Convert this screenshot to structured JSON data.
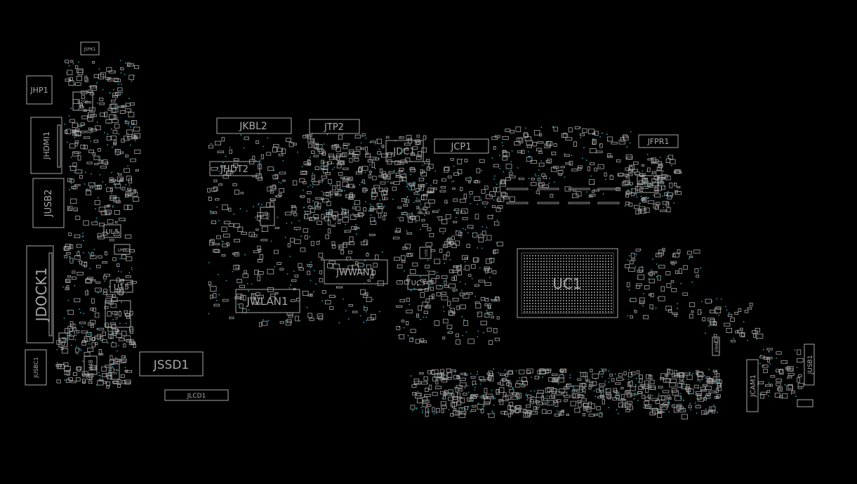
{
  "canvas": {
    "background": "#000000",
    "outline_color": "#a8a8a8",
    "via_color": "#2aa7b4",
    "label_color": "#a9a9a9"
  },
  "connectors": {
    "jspk1": "JSPK1",
    "jhp1": "JHP1",
    "jhdmi1": "JHDMI1",
    "jusb2": "JUSB2",
    "jdock1": "JDOCK1",
    "jusbc1": "JUSBC1",
    "jssd1": "JSSD1",
    "jlcd1": "JLCD1",
    "jkbl2": "JKBL2",
    "jtp2": "JTP2",
    "jhdt2": "JHDT2",
    "jdc1": "JDC1",
    "jcp1": "JCP1",
    "jfpr1": "JFPR1",
    "jwwan1": "JWWAN1",
    "jwlan1": "JWLAN1",
    "jcam1": "JCAM1",
    "jusb1": "JUSB1",
    "jfan1": "JFAN1"
  },
  "chips": {
    "uc1": "UC1",
    "uc3": "UC3",
    "u15": "U15",
    "ul5": "UL5",
    "u48": "U48",
    "s3": "S3",
    "s1": "S1",
    "uh3": "UH3",
    "u206": "U206",
    "u37": "U37",
    "pu5": "PU5",
    "pu300": "PU300",
    "u28": "U28"
  }
}
